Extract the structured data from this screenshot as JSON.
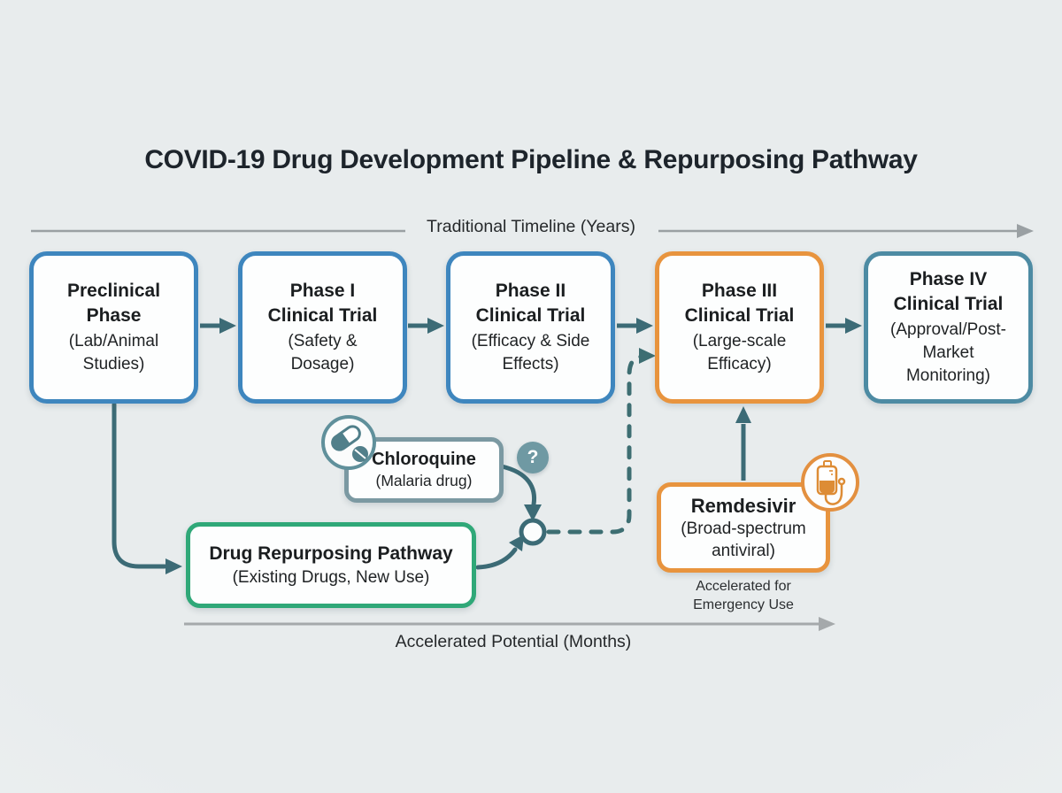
{
  "title": "COVID-19 Drug Development Pipeline & Repurposing Pathway",
  "timeline_top": {
    "label": "Traditional Timeline (Years)"
  },
  "timeline_bottom": {
    "label": "Accelerated Potential (Months)"
  },
  "phases": [
    {
      "title": "Preclinical Phase",
      "subtitle": "(Lab/Animal Studies)",
      "border_color": "#3e86be"
    },
    {
      "title": "Phase I Clinical Trial",
      "subtitle": "(Safety & Dosage)",
      "border_color": "#3e86be"
    },
    {
      "title": "Phase II Clinical Trial",
      "subtitle": "(Efficacy & Side Effects)",
      "border_color": "#3e86be"
    },
    {
      "title": "Phase III Clinical Trial",
      "subtitle": "(Large-scale Efficacy)",
      "border_color": "#e8943e"
    },
    {
      "title": "Phase IV Clinical Trial",
      "subtitle": "(Approval/Post-Market Monitoring)",
      "border_color": "#4d8ba3"
    }
  ],
  "chloroquine": {
    "title": "Chloroquine",
    "subtitle": "(Malaria drug)",
    "border_color": "#7b99a2"
  },
  "pathway": {
    "title": "Drug Repurposing Pathway",
    "subtitle": "(Existing Drugs, New Use)",
    "border_color": "#2fa878"
  },
  "remdesivir": {
    "title": "Remdesivir",
    "subtitle": "(Broad-spectrum antiviral)",
    "note": "Accelerated for Emergency Use",
    "border_color": "#e8943e"
  },
  "question_badge": "?",
  "icons": {
    "pill": "pill-capsule-and-tablet-icon",
    "iv_bag": "iv-drip-bag-icon",
    "question": "question-mark-icon"
  },
  "colors": {
    "connector_teal": "#3c6b76",
    "timeline_gray": "#9aa0a3",
    "phase_blue": "#3e86be",
    "phase_orange": "#e8943e",
    "phase_teal": "#4d8ba3",
    "pathway_green": "#2fa878",
    "chloroquine_border": "#7b99a2",
    "question_fill": "#6f99a3",
    "background": "#e9eded"
  }
}
